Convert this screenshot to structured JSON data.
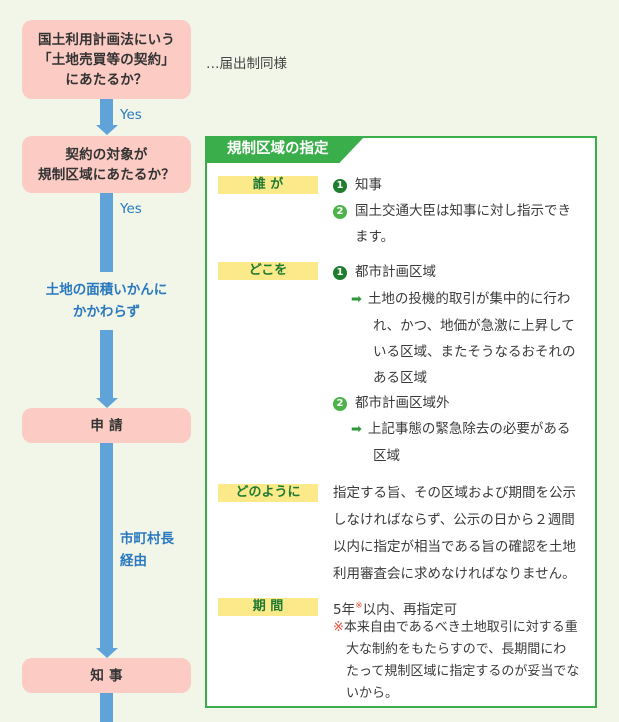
{
  "flow": {
    "box1": {
      "lines": [
        "国土利用計画法にいう",
        "「土地売買等の契約」",
        "にあたるか？"
      ]
    },
    "box1_note": "…届出制同様",
    "yes1": "Yes",
    "box2": {
      "lines": [
        "契約の対象が",
        "規制区域にあたるか？"
      ]
    },
    "yes2": "Yes",
    "condition": {
      "lines": [
        "土地の面積いかんに",
        "かかわらず"
      ]
    },
    "box3": "申 請",
    "via": {
      "lines": [
        "市町村長",
        "経由"
      ]
    },
    "box4": "知 事"
  },
  "panel": {
    "title": "規制区域の指定",
    "sections": {
      "who": {
        "label": "誰 が",
        "items": [
          {
            "num": "1",
            "text": "知事"
          },
          {
            "num": "2",
            "text": "国土交通大臣は知事に対し指示でき",
            "cont": "ます。"
          }
        ]
      },
      "where": {
        "label": "どこを",
        "items": [
          {
            "num": "1",
            "text": "都市計画区域",
            "sub": [
              "土地の投機的取引が集中的に行わ",
              "れ、かつ、地価が急激に上昇して",
              "いる区域、またそうなるおそれの",
              "ある区域"
            ]
          },
          {
            "num": "2",
            "text": "都市計画区域外",
            "sub": [
              "上記事態の緊急除去の必要がある",
              "区域"
            ]
          }
        ]
      },
      "how": {
        "label": "どのように",
        "lines": [
          "指定する旨、その区域および期間を公示",
          "しなければならず、公示の日から２週間",
          "以内に指定が相当である旨の確認を土地",
          "利用審査会に求めなければなりません。"
        ]
      },
      "period": {
        "label": "期 間",
        "main_a": "5年",
        "main_mark": "※",
        "main_b": "以内、再指定可",
        "note_mark": "※",
        "note_lines": [
          "本来自由であるべき土地取引に対する重",
          "大な制約をもたらすので、長期間にわ",
          "たって規制区域に指定するのが妥当でな",
          "いから。"
        ]
      }
    }
  },
  "icons": {
    "bullet_arrow": "➡",
    "circled_1": "1",
    "circled_2": "2"
  },
  "colors": {
    "background": "#f1f6e8",
    "box": "#fbcbc4",
    "arrow": "#5fa3d9",
    "panel_border": "#3aae4a",
    "label_bg": "#fbe98a",
    "label_text": "#1e7a32"
  }
}
